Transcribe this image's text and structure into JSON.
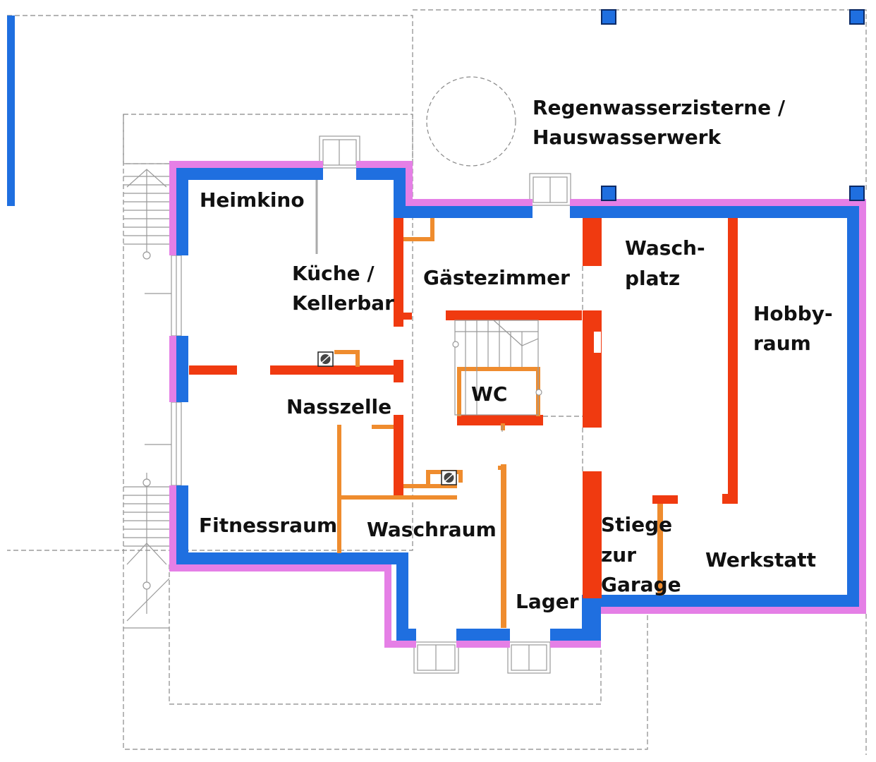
{
  "colors": {
    "exterior_wall": "#1f6fe0",
    "insulation": "#e57fe6",
    "interior_wall": "#f03a10",
    "light_partition": "#ef8c2e",
    "column": "#1f6fe0",
    "outline": "#999999"
  },
  "rooms": {
    "zisterne_line1": "Regenwasserzisterne /",
    "zisterne_line2": "Hauswasserwerk",
    "heimkino": "Heimkino",
    "kueche_line1": "Küche /",
    "kueche_line2": "Kellerbar",
    "gaestezimmer": "Gästezimmer",
    "waschplatz_line1": "Wasch-",
    "waschplatz_line2": "platz",
    "hobbyraum_line1": "Hobby-",
    "hobbyraum_line2": "raum",
    "wc": "WC",
    "nasszelle": "Nasszelle",
    "fitnessraum": "Fitnessraum",
    "waschraum": "Waschraum",
    "lager": "Lager",
    "stiege_line1": "Stiege",
    "stiege_line2": "zur",
    "stiege_line3": "Garage",
    "werkstatt": "Werkstatt"
  },
  "icons": {
    "cistern": "cistern-circle-icon",
    "drain": "floor-drain-icon",
    "staircase": "staircase-icon",
    "light_well": "light-well-icon"
  }
}
